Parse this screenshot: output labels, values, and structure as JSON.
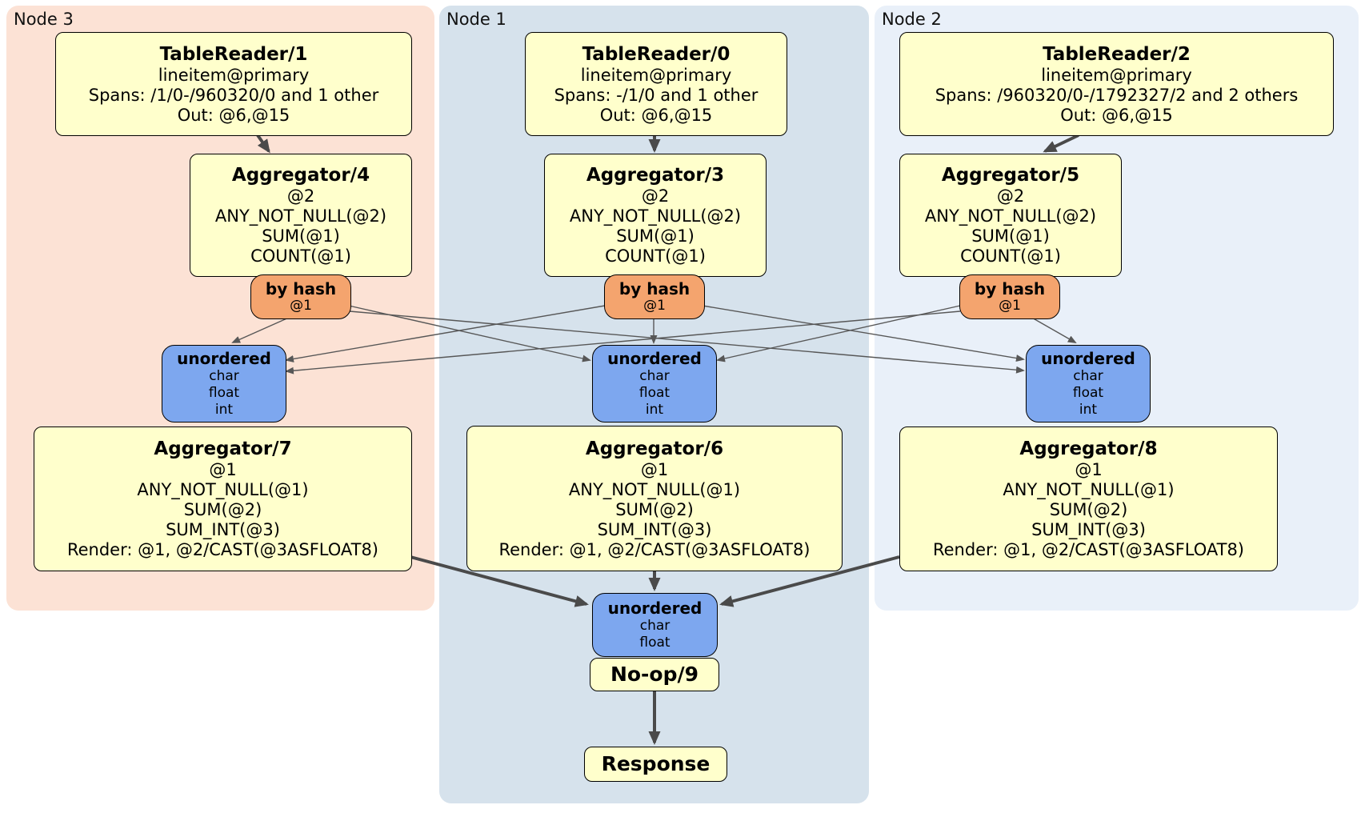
{
  "colors": {
    "panel_node3": "#fce2d5",
    "panel_node1": "#d6e2ec",
    "panel_node2": "#e9f0f9",
    "box_yellow": "#ffffcc",
    "router_orange": "#f4a46e",
    "sync_blue": "#7da7ef",
    "edge_thin": "#575757",
    "edge_thick": "#4a4a4a",
    "border": "#000000"
  },
  "panels": [
    {
      "label": "Node 3"
    },
    {
      "label": "Node 1"
    },
    {
      "label": "Node 2"
    }
  ],
  "processors": {
    "tablereader1": {
      "title": "TableReader/1",
      "lines": [
        "lineitem@primary",
        "Spans: /1/0-/960320/0 and 1 other",
        "Out: @6,@15"
      ]
    },
    "tablereader0": {
      "title": "TableReader/0",
      "lines": [
        "lineitem@primary",
        "Spans: -/1/0 and 1 other",
        "Out: @6,@15"
      ]
    },
    "tablereader2": {
      "title": "TableReader/2",
      "lines": [
        "lineitem@primary",
        "Spans: /960320/0-/1792327/2 and 2 others",
        "Out: @6,@15"
      ]
    },
    "aggregator4": {
      "title": "Aggregator/4",
      "lines": [
        "@2",
        "ANY_NOT_NULL(@2)",
        "SUM(@1)",
        "COUNT(@1)"
      ]
    },
    "aggregator3": {
      "title": "Aggregator/3",
      "lines": [
        "@2",
        "ANY_NOT_NULL(@2)",
        "SUM(@1)",
        "COUNT(@1)"
      ]
    },
    "aggregator5": {
      "title": "Aggregator/5",
      "lines": [
        "@2",
        "ANY_NOT_NULL(@2)",
        "SUM(@1)",
        "COUNT(@1)"
      ]
    },
    "aggregator7": {
      "title": "Aggregator/7",
      "lines": [
        "@1",
        "ANY_NOT_NULL(@1)",
        "SUM(@2)",
        "SUM_INT(@3)",
        "Render: @1, @2/CAST(@3ASFLOAT8)"
      ]
    },
    "aggregator6": {
      "title": "Aggregator/6",
      "lines": [
        "@1",
        "ANY_NOT_NULL(@1)",
        "SUM(@2)",
        "SUM_INT(@3)",
        "Render: @1, @2/CAST(@3ASFLOAT8)"
      ]
    },
    "aggregator8": {
      "title": "Aggregator/8",
      "lines": [
        "@1",
        "ANY_NOT_NULL(@1)",
        "SUM(@2)",
        "SUM_INT(@3)",
        "Render: @1, @2/CAST(@3ASFLOAT8)"
      ]
    },
    "noop9": {
      "title": "No-op/9"
    },
    "response": {
      "title": "Response"
    }
  },
  "routers": {
    "by_hash": {
      "title": "by hash",
      "lines": [
        "@1"
      ]
    }
  },
  "syncs": {
    "unordered_top": {
      "title": "unordered",
      "lines": [
        "char",
        "float",
        "int"
      ]
    },
    "unordered_final": {
      "title": "unordered",
      "lines": [
        "char",
        "float"
      ]
    }
  },
  "edges": [
    {
      "from": "TableReader/1",
      "to": "Aggregator/4"
    },
    {
      "from": "TableReader/0",
      "to": "Aggregator/3"
    },
    {
      "from": "TableReader/2",
      "to": "Aggregator/5"
    },
    {
      "from": "by hash (node3)",
      "to": "unordered (node3)"
    },
    {
      "from": "by hash (node3)",
      "to": "unordered (node1)"
    },
    {
      "from": "by hash (node3)",
      "to": "unordered (node2)"
    },
    {
      "from": "by hash (node1)",
      "to": "unordered (node3)"
    },
    {
      "from": "by hash (node1)",
      "to": "unordered (node1)"
    },
    {
      "from": "by hash (node1)",
      "to": "unordered (node2)"
    },
    {
      "from": "by hash (node2)",
      "to": "unordered (node3)"
    },
    {
      "from": "by hash (node2)",
      "to": "unordered (node1)"
    },
    {
      "from": "by hash (node2)",
      "to": "unordered (node2)"
    },
    {
      "from": "Aggregator/7",
      "to": "unordered (final)"
    },
    {
      "from": "Aggregator/6",
      "to": "unordered (final)"
    },
    {
      "from": "Aggregator/8",
      "to": "unordered (final)"
    },
    {
      "from": "No-op/9",
      "to": "Response"
    }
  ]
}
